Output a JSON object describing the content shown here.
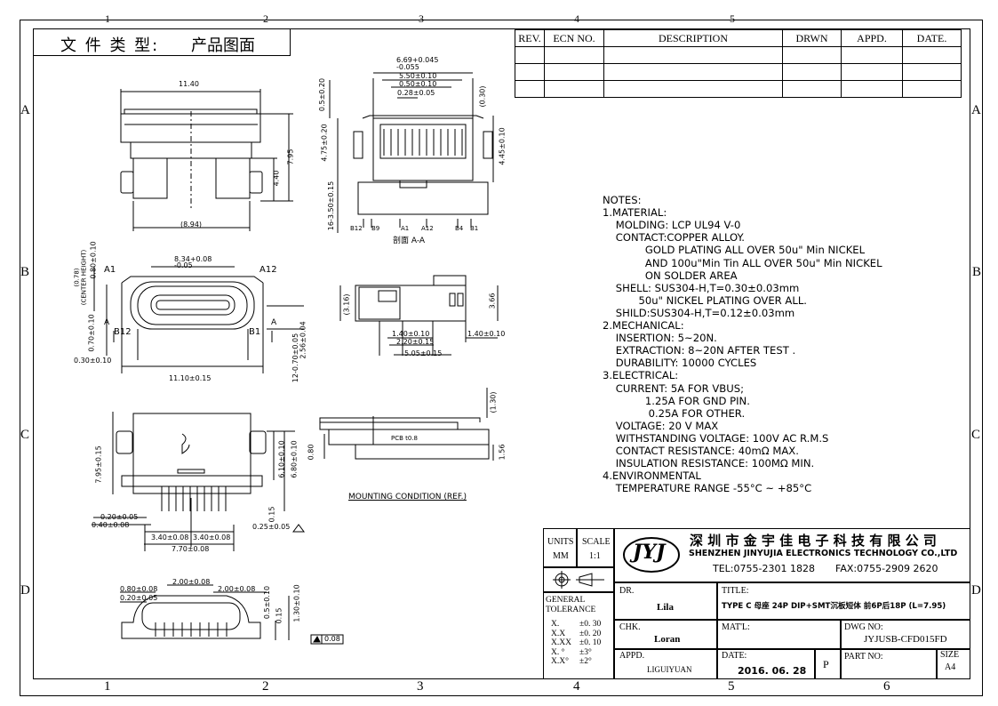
{
  "drawing_type_label": "文 件 类 型:",
  "drawing_type_value": "产品图面",
  "zones": {
    "cols": [
      "1",
      "2",
      "3",
      "4",
      "5",
      "6"
    ],
    "rows": [
      "A",
      "B",
      "C",
      "D"
    ]
  },
  "revision_table": {
    "headers": [
      "REV.",
      "ECN NO.",
      "DESCRIPTION",
      "DRWN",
      "APPD.",
      "DATE."
    ]
  },
  "notes": {
    "title": "NOTES:",
    "lines": [
      "1.MATERIAL:",
      "    MOLDING: LCP UL94 V-0",
      "    CONTACT:COPPER ALLOY.",
      "             GOLD PLATING ALL OVER 50u\" Min NICKEL",
      "             AND 100u\"Min Tin ALL OVER 50u\" Min NICKEL",
      "             ON SOLDER AREA",
      "    SHELL: SUS304-H,T=0.30±0.03mm",
      "           50u\" NICKEL PLATING OVER ALL.",
      "    SHILD:SUS304-H,T=0.12±0.03mm",
      "2.MECHANICAL:",
      "    INSERTION: 5~20N.",
      "    EXTRACTION: 8~20N AFTER TEST .",
      "    DURABILITY: 10000 CYCLES",
      "3.ELECTRICAL:",
      "    CURRENT: 5A FOR VBUS;",
      "             1.25A FOR GND PIN.",
      "              0.25A FOR OTHER.",
      "    VOLTAGE: 20 V MAX",
      "    WITHSTANDING VOLTAGE: 100V AC R.M.S",
      "    CONTACT RESISTANCE: 40mΩ MAX.",
      "    INSULATION RESISTANCE: 100MΩ MIN.",
      "4.ENVIRONMENTAL",
      "    TEMPERATURE RANGE -55°C ~ +85°C"
    ]
  },
  "title_block": {
    "units_label": "UNITS",
    "units_value": "MM",
    "scale_label": "SCALE",
    "scale_value": "1:1",
    "logo_text": "JYJ",
    "company_cn": "深 圳 市 金 宇 佳 电 子 科 技 有 限 公 司",
    "company_en": "SHENZHEN JINYUJIA ELECTRONICS TECHNOLOGY CO.,LTD",
    "tel": "TEL:0755-2301 1828",
    "fax": "FAX:0755-2909 2620",
    "general_tolerance": "GENERAL\nTOLERANCE",
    "tolerances": [
      {
        "k": "X.",
        "v": "±0. 30"
      },
      {
        "k": "X.X",
        "v": "±0. 20"
      },
      {
        "k": "X.XX",
        "v": "±0. 10"
      },
      {
        "k": "X. °",
        "v": "±3°"
      },
      {
        "k": "X.X°",
        "v": "±2°"
      }
    ],
    "dr_label": "DR.",
    "dr_value": "Lila",
    "chk_label": "CHK.",
    "chk_value": "Loran",
    "appd_label": "APPD.",
    "appd_value": "LIGUIYUAN",
    "title_label": "TITLE:",
    "title_value": "TYPE C 母座 24P DIP+SMT沉板短体 前6P后18P (L=7.95)",
    "matl_label": "MAT'L:",
    "dwg_label": "DWG NO:",
    "dwg_value": "JYJUSB-CFD015FD",
    "date_label": "DATE:",
    "date_value": "2016. 06. 28",
    "p_label": "P",
    "part_label": "PART NO:",
    "size_label": "SIZE",
    "size_value": "A4"
  },
  "dimensions": {
    "top_width": "11.40",
    "top_height_a": "7.95",
    "top_height_b": "4.40",
    "top_bottom": "(8.94)",
    "sec_w1": "6.69+0.045\n-0.055",
    "sec_w2": "5.50±0.10",
    "sec_w3": "0.50±0.10",
    "sec_w4": "0.28±0.05",
    "sec_v1": "0.5±0.20",
    "sec_v2": "4.75±0.20",
    "sec_v3": "16-3.50±0.15",
    "sec_v4": "(0.30)",
    "sec_v5": "4.45±0.10",
    "sec_labels": [
      "B12",
      "B9",
      "A1",
      "A12",
      "B4",
      "B1"
    ],
    "sec_caption": "剖面 A-A",
    "front_w": "8.34+0.08\n-0.05",
    "front_a1": "A1",
    "front_a12": "A12",
    "front_b12": "B12",
    "front_b1": "B1",
    "front_center": "(0.78)\n(CENTER HEIGHT)",
    "front_v1": "0.80±0.10",
    "front_v2": "0.70±0.10",
    "front_v3": "0.30±0.10",
    "front_v4": "2.56±0.04",
    "front_v5": "12-0.70±0.05",
    "front_w2": "11.10±0.15",
    "front_a": "A",
    "side_h1": "(3.16)",
    "side_h2": "3.66",
    "side_d1": "1.40±0.10",
    "side_d2": "2.20±0.15",
    "side_d3": "5.05±0.15",
    "side_d4": "1.40±0.10",
    "pcb_label": "PCB t0.8",
    "pcb_v1": "(1.30)",
    "pcb_v2": "0.80",
    "pcb_v3": "1.56",
    "mount_caption": "MOUNTING CONDITION (REF.)",
    "bot_v1": "7.95±0.15",
    "bot_v2": "6.10±0.10",
    "bot_v3": "6.80±0.10",
    "bot_d1": "0.20±0.05",
    "bot_d2": "0.40±0.08",
    "bot_d3": "3.40±0.08",
    "bot_d4": "3.40±0.08",
    "bot_d5": "7.70±0.08",
    "bot_d6": "0.15",
    "bot_d7": "0.25±0.05",
    "fv_d1": "2.00±0.08",
    "fv_d2": "0.80±0.08",
    "fv_d3": "0.20±0.05",
    "fv_d4": "2.00±0.08",
    "fv_v1": "0.5±0.10",
    "fv_v2": "0.15",
    "fv_v3": "1.30±0.10",
    "fv_flat": "0.08"
  }
}
